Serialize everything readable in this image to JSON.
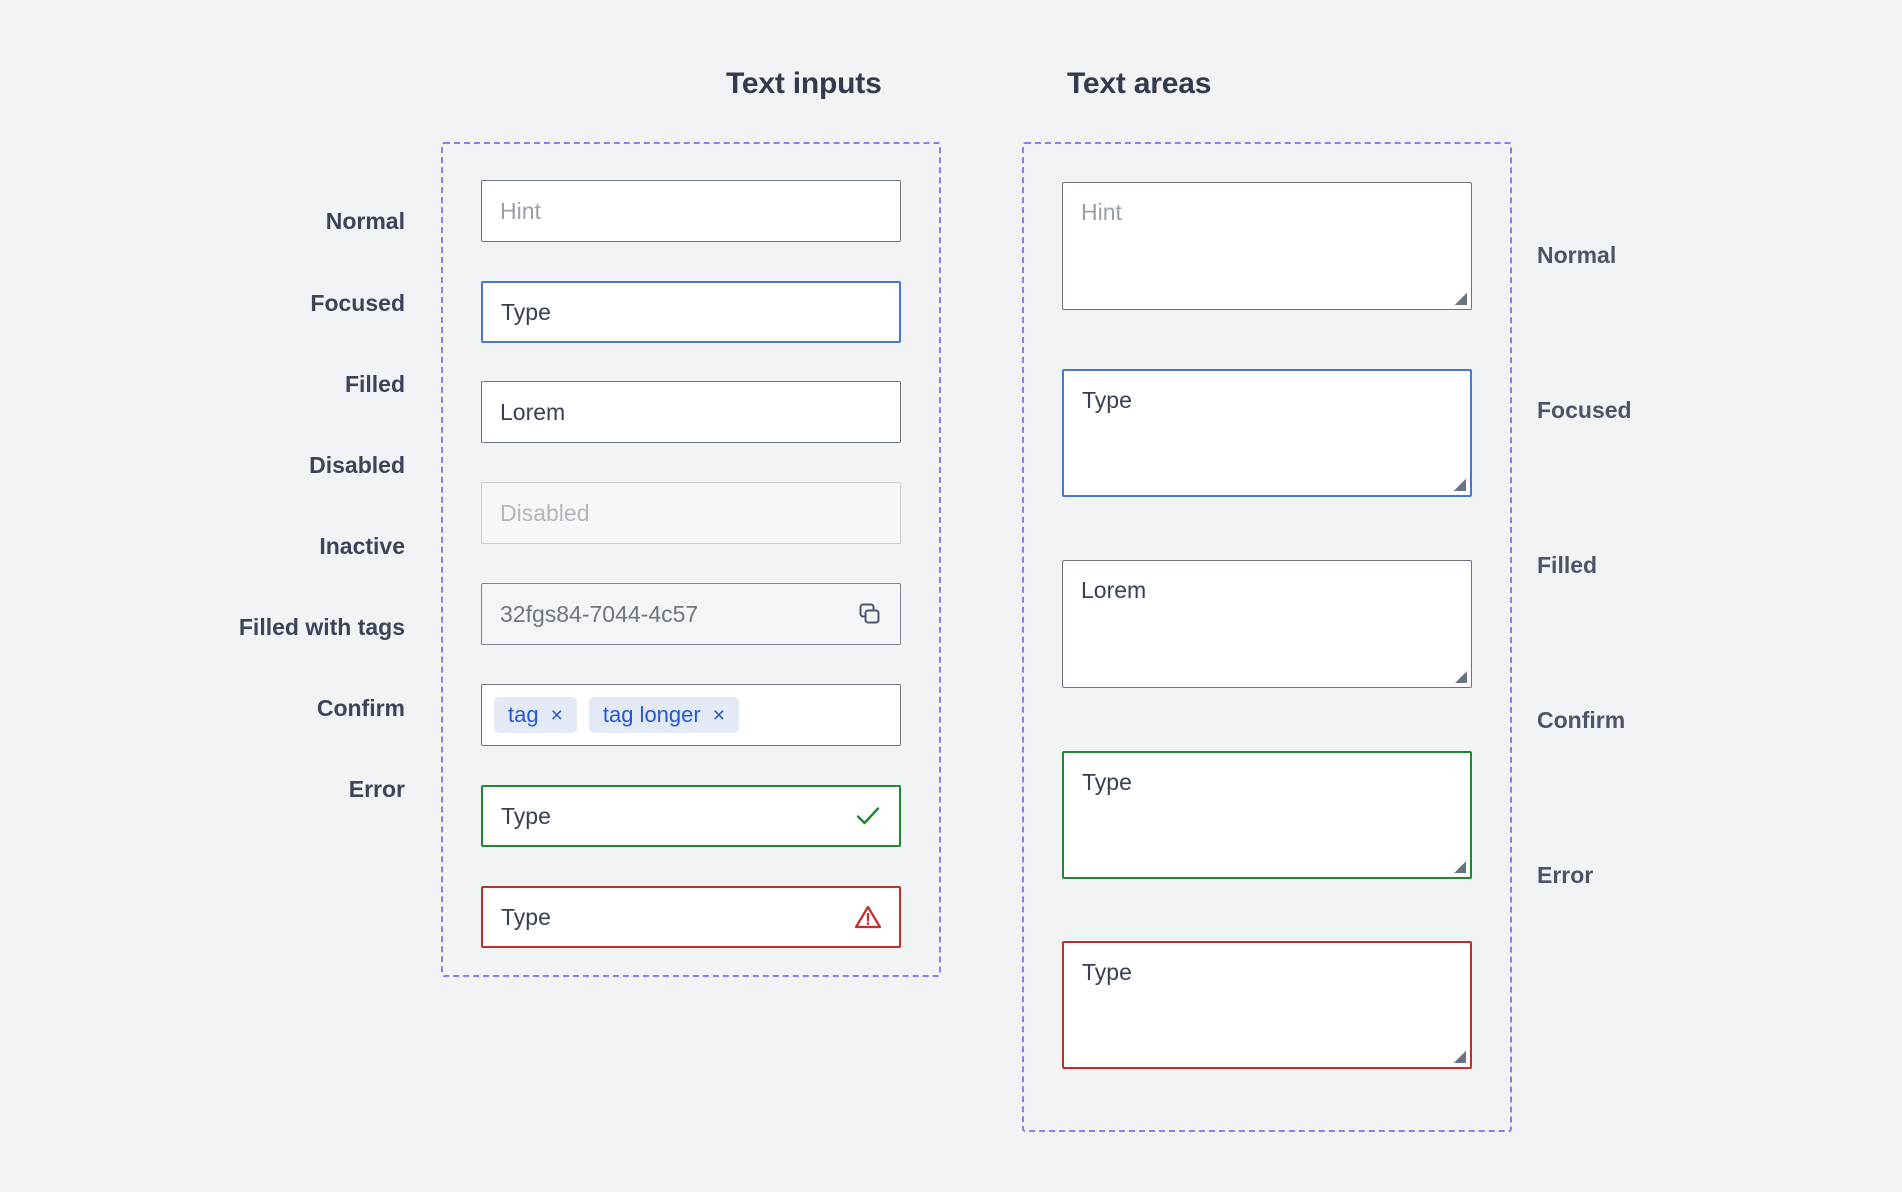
{
  "page": {
    "background_color": "#f2f3f5",
    "frame_border_color": "#8a7df5"
  },
  "titles": {
    "text_inputs": "Text inputs",
    "text_areas": "Text areas"
  },
  "colors": {
    "label_left": "#3b4559",
    "label_right": "#4a5568",
    "border_default": "#6b7280",
    "border_focused": "#4676d7",
    "border_confirm": "#1e8a2f",
    "border_error": "#c42b2b",
    "border_disabled": "#c9ced6",
    "placeholder": "#9aa0a8",
    "value_text": "#374151",
    "chip_bg": "#e3eaf5",
    "chip_text": "#2557d6",
    "dashed_frame": "#8a7df5"
  },
  "text_inputs": {
    "rows": [
      {
        "label": "Normal",
        "state": "normal",
        "value": "Hint",
        "is_placeholder": true,
        "icon": null
      },
      {
        "label": "Focused",
        "state": "focused",
        "value": "Type",
        "is_placeholder": false,
        "icon": null
      },
      {
        "label": "Filled",
        "state": "filled",
        "value": "Lorem",
        "is_placeholder": false,
        "icon": null
      },
      {
        "label": "Disabled",
        "state": "disabled",
        "value": "Disabled",
        "is_placeholder": true,
        "icon": null
      },
      {
        "label": "Inactive",
        "state": "inactive",
        "value": "32fgs84-7044-4c57",
        "is_placeholder": false,
        "icon": "copy-icon"
      },
      {
        "label": "Filled with tags",
        "state": "tags",
        "value": "",
        "is_placeholder": false,
        "icon": null
      },
      {
        "label": "Confirm",
        "state": "confirm",
        "value": "Type",
        "is_placeholder": false,
        "icon": "check-icon"
      },
      {
        "label": "Error",
        "state": "error",
        "value": "Type",
        "is_placeholder": false,
        "icon": "warning-icon"
      }
    ],
    "tags": [
      {
        "text": "tag",
        "remove": "×"
      },
      {
        "text": "tag longer",
        "remove": "×"
      }
    ]
  },
  "text_areas": {
    "rows": [
      {
        "label": "Normal",
        "state": "normal",
        "value": "Hint",
        "is_placeholder": true
      },
      {
        "label": "Focused",
        "state": "focused",
        "value": "Type",
        "is_placeholder": false
      },
      {
        "label": "Filled",
        "state": "filled",
        "value": "Lorem",
        "is_placeholder": false
      },
      {
        "label": "Confirm",
        "state": "confirm",
        "value": "Type",
        "is_placeholder": false
      },
      {
        "label": "Error",
        "state": "error",
        "value": "Type",
        "is_placeholder": false
      }
    ]
  }
}
